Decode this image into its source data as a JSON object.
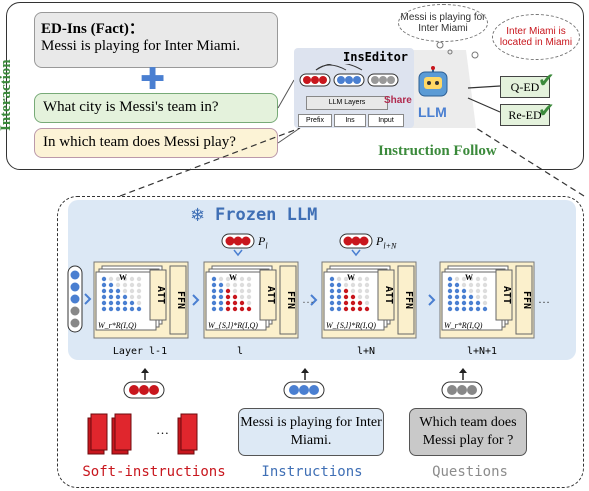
{
  "top": {
    "side_label": "Interaction",
    "fact_title": "ED-Ins (Fact)：",
    "fact_text": "Messi is playing for Inter Miami.",
    "plus": "✚",
    "question1": "What city is Messi's team in?",
    "question2": "In which team does Messi play?",
    "inseditor_title": "InsEditor",
    "llm_layers": "LLM Layers",
    "prefix": "Prefix",
    "ins": "Ins",
    "input": "Input",
    "share": "Share",
    "llm": "LLM",
    "cloud1": "Messi is playing for Inter Miami",
    "cloud2": "Inter Miami is located in Miami",
    "q_ed": "Q-ED",
    "re_ed": "Re-ED",
    "instruction_follow": "Instruction Follow"
  },
  "bottom": {
    "frozen_llm": "Frozen LLM",
    "p_l": "P",
    "p_l_sub": "l",
    "p_ln": "P",
    "p_ln_sub": "l+N",
    "att": "ATT",
    "ffn": "FFN",
    "w": "W",
    "formula_a": "W_r*R(I,Q)",
    "formula_b": "W_{S,l}*R(I,Q)",
    "layer_labels": [
      "Layer l-1",
      "l",
      "l+N",
      "l+N+1"
    ],
    "ellipsis": "…",
    "instructions_text": "Messi is playing for Inter Miami.",
    "questions_text": "Which team does Messi play for ?",
    "soft_label": "Soft-instructions",
    "instr_label": "Instructions",
    "quest_label": "Questions"
  },
  "colors": {
    "green": "#3b8a3b",
    "blue": "#3f6fb5",
    "red": "#c8161d",
    "grey": "#8c8c8c"
  }
}
